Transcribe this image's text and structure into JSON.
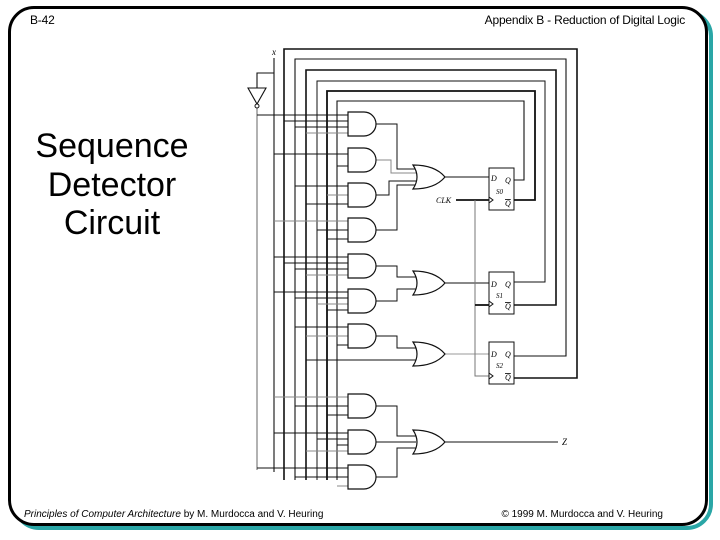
{
  "header": {
    "page_number": "B-42",
    "chapter": "Appendix B - Reduction of Digital Logic"
  },
  "title": {
    "line1": "Sequence",
    "line2": "Detector",
    "line3": "Circuit"
  },
  "circuit": {
    "input_label": "x",
    "clock_label": "CLK",
    "output_label": "Z",
    "flip_flops": [
      {
        "name": "S0",
        "d": "D",
        "q": "Q",
        "qbar": "Q"
      },
      {
        "name": "S1",
        "d": "D",
        "q": "Q",
        "qbar": "Q"
      },
      {
        "name": "S2",
        "d": "D",
        "q": "Q",
        "qbar": "Q"
      }
    ]
  },
  "footer": {
    "book_title": "Principles of Computer Architecture",
    "authors": " by M. Murdocca and V. Heuring",
    "copyright": "© 1999 M. Murdocca and V. Heuring"
  }
}
